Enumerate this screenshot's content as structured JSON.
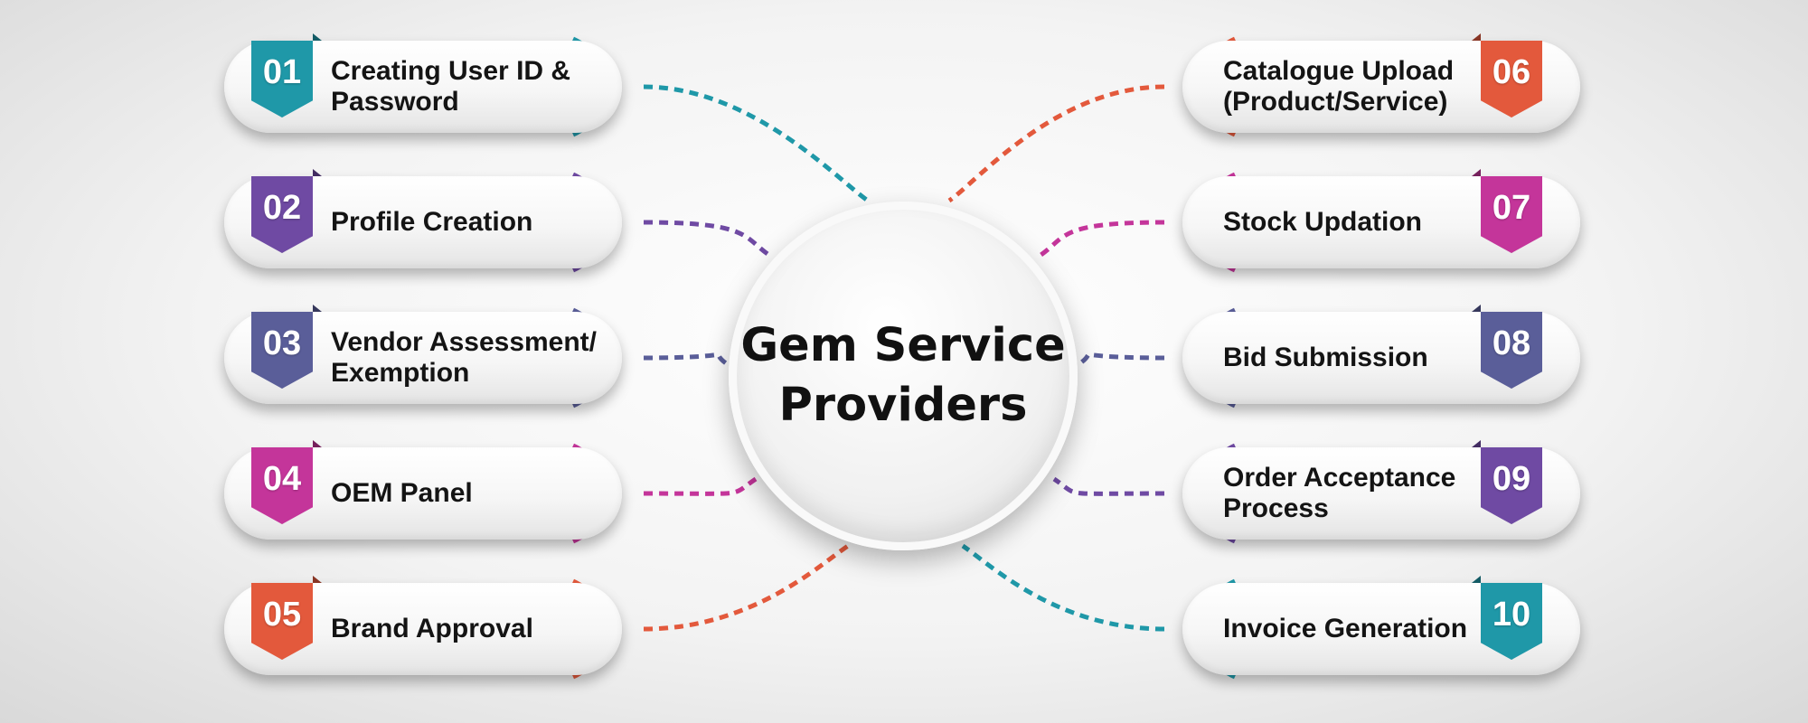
{
  "center": {
    "title_line1": "Gem Service",
    "title_line2": "Providers"
  },
  "steps": [
    {
      "num": "01",
      "line1": "Creating User ID &",
      "line2": "Password",
      "color": "#1f98a8",
      "side": "left"
    },
    {
      "num": "02",
      "line1": "Profile Creation",
      "line2": "",
      "color": "#6f4aa3",
      "side": "left"
    },
    {
      "num": "03",
      "line1": "Vendor Assessment/",
      "line2": "Exemption",
      "color": "#5a5e99",
      "side": "left"
    },
    {
      "num": "04",
      "line1": "OEM Panel",
      "line2": "",
      "color": "#c4359a",
      "side": "left"
    },
    {
      "num": "05",
      "line1": "Brand Approval",
      "line2": "",
      "color": "#e3593c",
      "side": "left"
    },
    {
      "num": "06",
      "line1": "Catalogue Upload",
      "line2": "(Product/Service)",
      "color": "#e3593c",
      "side": "right"
    },
    {
      "num": "07",
      "line1": "Stock Updation",
      "line2": "",
      "color": "#c4359a",
      "side": "right"
    },
    {
      "num": "08",
      "line1": "Bid Submission",
      "line2": "",
      "color": "#5a5e99",
      "side": "right"
    },
    {
      "num": "09",
      "line1": "Order Acceptance",
      "line2": "Process",
      "color": "#6f4aa3",
      "side": "right"
    },
    {
      "num": "10",
      "line1": "Invoice Generation",
      "line2": "",
      "color": "#1f98a8",
      "side": "right"
    }
  ]
}
